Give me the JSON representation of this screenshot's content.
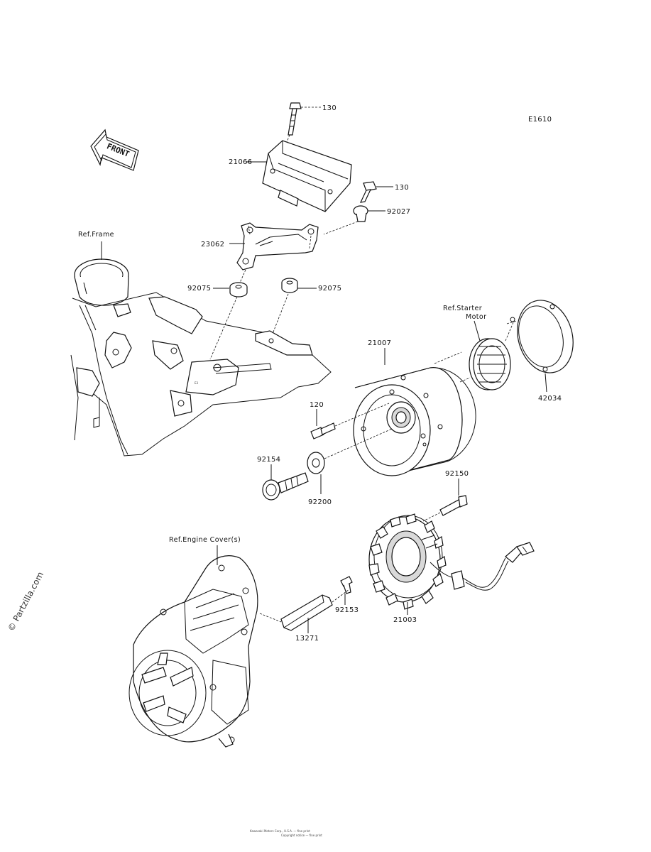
{
  "diagram_code": "E1610",
  "front_arrow_label": "FRONT",
  "watermark": "© Partzilla.com",
  "footer_lines": [
    "Kawasaki Motors Corp., U.S.A. — fine print",
    "Copyright notice — fine print"
  ],
  "references": {
    "frame": "Ref.Frame",
    "starter_motor_line1": "Ref.Starter",
    "starter_motor_line2": "Motor",
    "engine_covers": "Ref.Engine Cover(s)"
  },
  "callouts": {
    "bolt_130_top": "130",
    "cover_21066": "21066",
    "bolt_130_right": "130",
    "collar_92027": "92027",
    "bracket_23062": "23062",
    "damper_92075_left": "92075",
    "damper_92075_right": "92075",
    "rotor_21007": "21007",
    "gear_42034": "42034",
    "bolt_120": "120",
    "bolt_92154": "92154",
    "washer_92200": "92200",
    "bolt_92150": "92150",
    "clamp_92153": "92153",
    "stator_21003": "21003",
    "plate_13271": "13271"
  },
  "colors": {
    "line": "#111111",
    "background": "#ffffff"
  }
}
